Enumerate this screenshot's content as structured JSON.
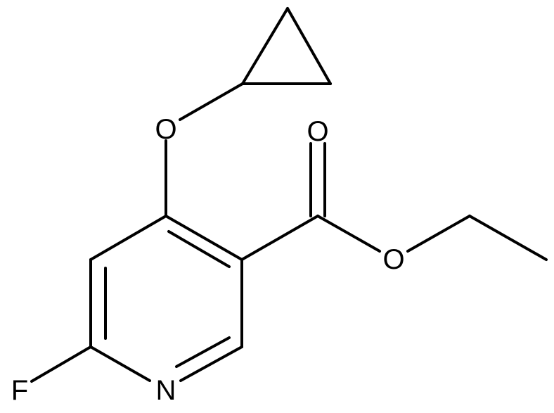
{
  "molecule": {
    "atoms": {
      "oxygen_ether": "O",
      "oxygen_carbonyl": "O",
      "oxygen_ester": "O",
      "nitrogen": "N",
      "fluorine": "F"
    },
    "colors": {
      "bond": "#000000",
      "label": "#000000",
      "background": "#ffffff"
    }
  }
}
